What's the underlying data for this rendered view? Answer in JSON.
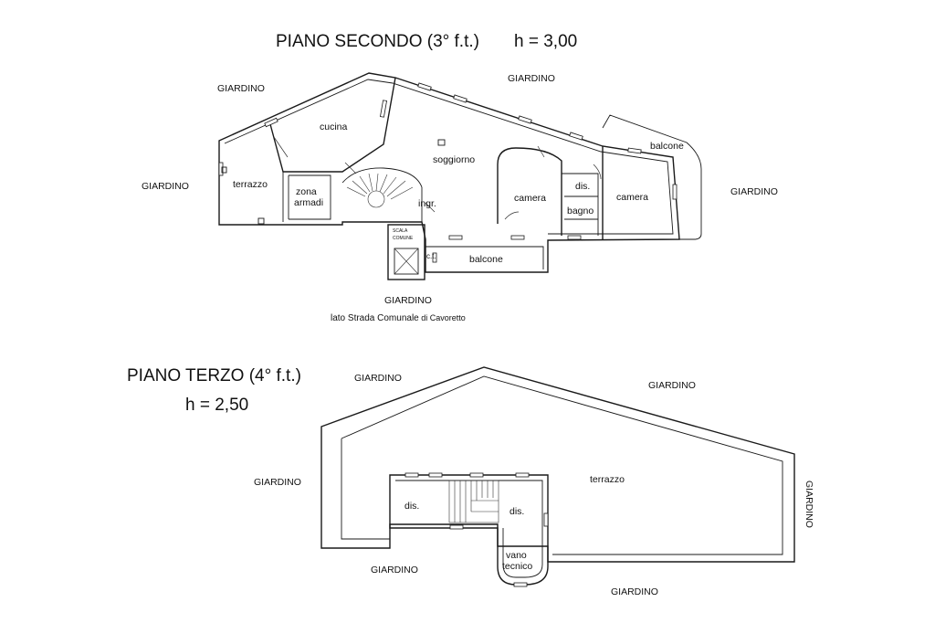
{
  "floor2": {
    "title": "PIANO SECONDO (3° f.t.)",
    "height": "h = 3,00",
    "rooms": {
      "cucina": "cucina",
      "soggiorno": "soggiorno",
      "terrazzo": "terrazzo",
      "zona_armadi_1": "zona",
      "zona_armadi_2": "armadi",
      "ingr": "ingr.",
      "camera_1": "camera",
      "camera_2": "camera",
      "dis": "dis.",
      "bagno": "bagno",
      "balcone_top": "balcone",
      "balcone_bottom": "balcone",
      "scala_1": "SCALA",
      "scala_2": "COMUNE",
      "ct": "c.t."
    },
    "garden": {
      "top_left": "GIARDINO",
      "top_center": "GIARDINO",
      "left": "GIARDINO",
      "right": "GIARDINO",
      "bottom": "GIARDINO"
    },
    "street": {
      "prefix": "lato Strada Comunale",
      "suffix": " di Cavoretto"
    }
  },
  "floor3": {
    "title": "PIANO TERZO (4° f.t.)",
    "height": "h = 2,50",
    "rooms": {
      "terrazzo": "terrazzo",
      "dis_1": "dis.",
      "dis_2": "dis.",
      "vano_1": "vano",
      "vano_2": "tecnico"
    },
    "garden": {
      "top_left": "GIARDINO",
      "top_right": "GIARDINO",
      "left": "GIARDINO",
      "right": "GIARDINO",
      "bottom_left": "GIARDINO",
      "bottom_right": "GIARDINO"
    }
  }
}
